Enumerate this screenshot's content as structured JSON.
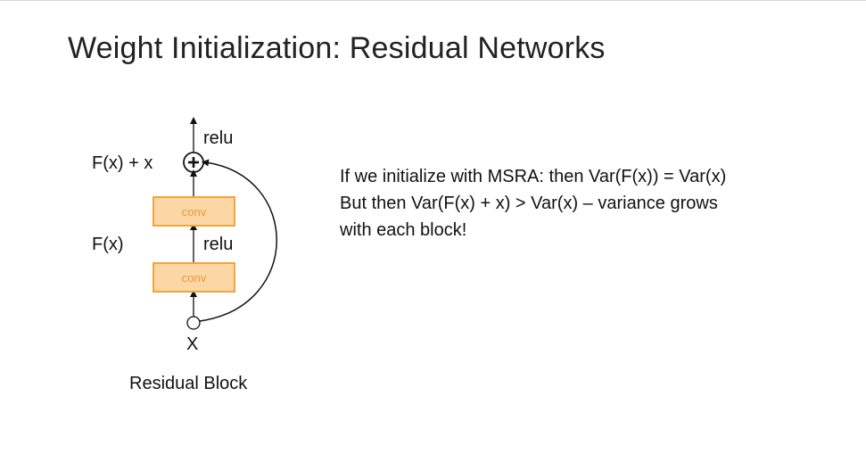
{
  "slide": {
    "title": "Weight Initialization: Residual Networks"
  },
  "diagram": {
    "labels": {
      "relu_top": "relu",
      "fx_plus_x": "F(x) + x",
      "fx": "F(x)",
      "relu_mid": "relu",
      "input_x": "X",
      "caption": "Residual Block"
    },
    "blocks": [
      {
        "label": "conv"
      },
      {
        "label": "conv"
      }
    ],
    "colors": {
      "conv_fill": "#fbd7a6",
      "conv_border": "#f3a43a",
      "conv_text": "#e89a34"
    }
  },
  "body": {
    "lines": [
      "If we initialize with MSRA: then Var(F(x)) = Var(x)",
      "But then Var(F(x) + x) > Var(x) – variance grows",
      "with each block!"
    ]
  }
}
